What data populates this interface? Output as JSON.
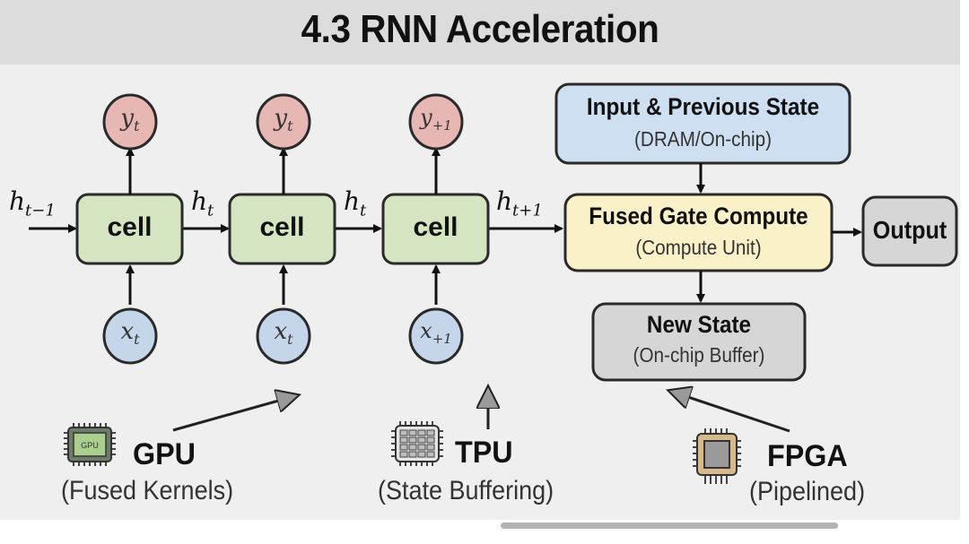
{
  "title": "4.3 RNN Acceleration",
  "rnn": {
    "cells": [
      {
        "label": "cell",
        "output": "y",
        "output_sub": "t",
        "input": "x",
        "input_sub": "t"
      },
      {
        "label": "cell",
        "output": "y",
        "output_sub": "t",
        "input": "x",
        "input_sub": "t"
      },
      {
        "label": "cell",
        "output": "y",
        "output_sub": "+1",
        "input": "x",
        "input_sub": "+1"
      }
    ],
    "hidden_states": [
      {
        "base": "h",
        "sub": "t−1"
      },
      {
        "base": "h",
        "sub": "t"
      },
      {
        "base": "h",
        "sub": "t"
      },
      {
        "base": "h",
        "sub": "t+1"
      }
    ]
  },
  "pipeline": {
    "input_box": {
      "title": "Input & Previous State",
      "subtitle": "(DRAM/On-chip)"
    },
    "compute_box": {
      "title": "Fused Gate Compute",
      "subtitle": "(Compute Unit)"
    },
    "output_box": {
      "title": "Output"
    },
    "state_box": {
      "title": "New State",
      "subtitle": "(On-chip Buffer)"
    }
  },
  "hardware": [
    {
      "name": "GPU",
      "description": "(Fused Kernels)",
      "chip_text": "GPU"
    },
    {
      "name": "TPU",
      "description": "(State Buffering)"
    },
    {
      "name": "FPGA",
      "description": "(Pipelined)"
    }
  ],
  "colors": {
    "cell_fill": "#d5e5c1",
    "output_node_fill": "#e6b7b3",
    "input_node_fill": "#c5d6ea",
    "input_box_fill": "#cddff0",
    "compute_box_fill": "#faf1c8",
    "gray_box_fill": "#d6d6d6",
    "fpga_chip_fill": "#d7b98c"
  }
}
